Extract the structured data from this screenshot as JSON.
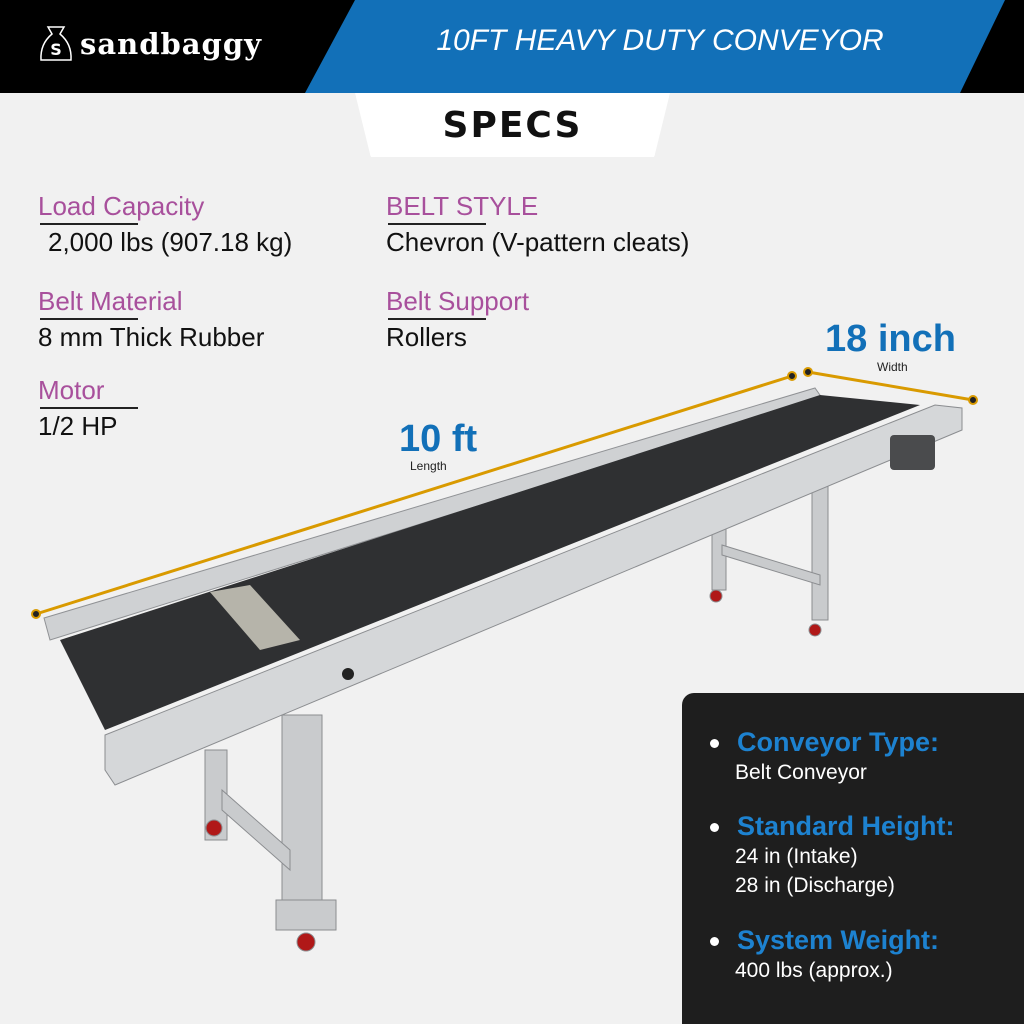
{
  "brand": {
    "name": "sandbaggy",
    "logo_letter": "S"
  },
  "header": {
    "title": "10FT HEAVY DUTY CONVEYOR"
  },
  "specs_tab": "SPECS",
  "specs": [
    {
      "label": "Load Capacity",
      "value": "2,000 lbs (907.18 kg)"
    },
    {
      "label": "BELT STYLE",
      "value": "Chevron (V-pattern cleats)"
    },
    {
      "label": "Belt Material",
      "value": "8 mm Thick Rubber"
    },
    {
      "label": "Belt Support",
      "value": "Rollers"
    },
    {
      "label": "Motor",
      "value": "1/2 HP"
    }
  ],
  "dimensions": {
    "length": {
      "value": "10 ft",
      "label": "Length"
    },
    "width": {
      "value": "18 inch",
      "label": "Width"
    }
  },
  "panel": [
    {
      "heading": "Conveyor Type:",
      "lines": [
        "Belt Conveyor"
      ]
    },
    {
      "heading": "Standard Height:",
      "lines": [
        "24 in (Intake)",
        "28 in (Discharge)"
      ]
    },
    {
      "heading": "System Weight:",
      "lines": [
        "400 lbs (approx.)"
      ]
    }
  ],
  "colors": {
    "accent_blue": "#1270b8",
    "label_purple": "#a8509c",
    "dim_line": "#d99a00"
  }
}
